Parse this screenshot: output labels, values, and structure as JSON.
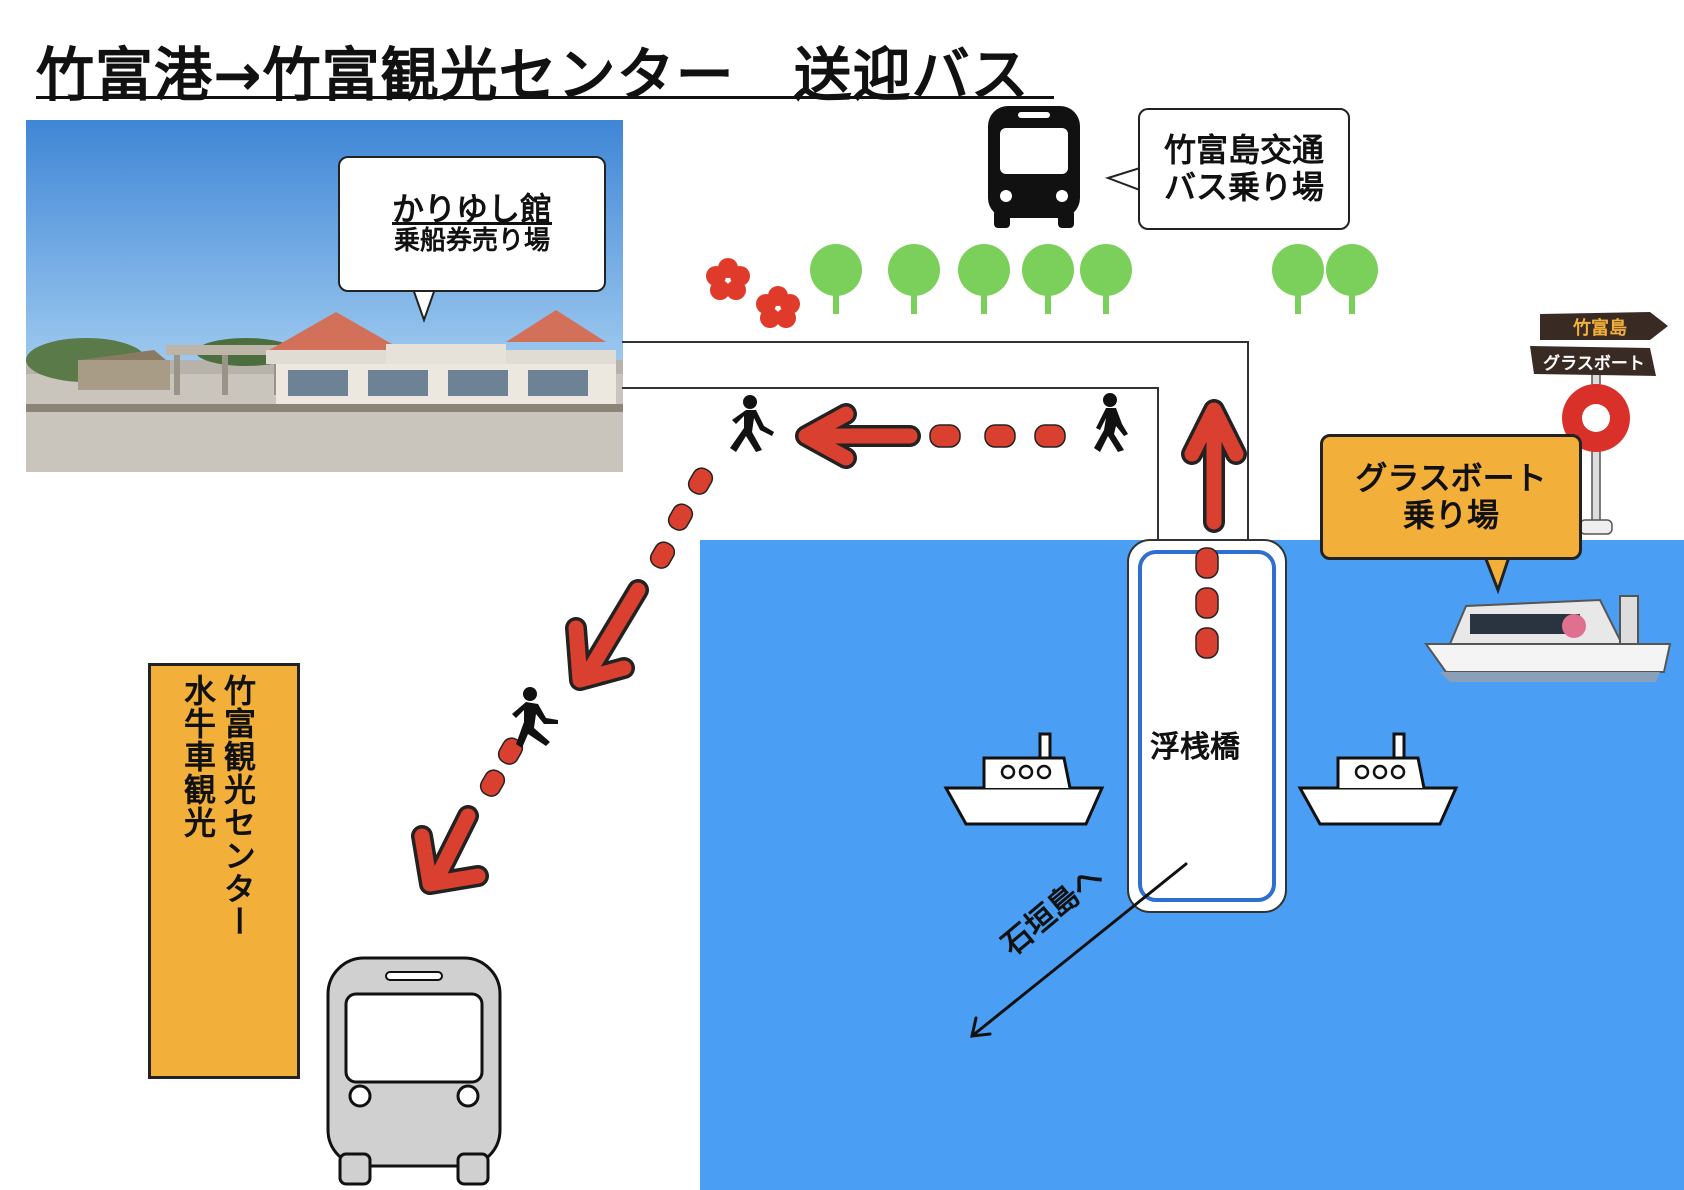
{
  "title": "竹富港→竹富観光センター　送迎バス",
  "karuyushi": {
    "name": "かりゆし館",
    "sub": "乗船券売り場"
  },
  "bus_stop": {
    "line1": "竹富島交通",
    "line2": "バス乗り場"
  },
  "glassboat_stop": {
    "line1": "グラスボート",
    "line2": "乗り場"
  },
  "sign": {
    "top": "竹富島",
    "bottom": "グラスボート"
  },
  "pier": "浮桟橋",
  "ishigaki": "石垣島へ",
  "center": {
    "line1": "竹富観光センター",
    "line2": "水牛車観光"
  },
  "icons": {
    "bus_black": "bus-icon",
    "bus_gray": "bus-icon",
    "walker": "pedestrian-icon",
    "ferry": "ferry-icon",
    "tree": "tree-icon",
    "flower": "hibiscus-icon",
    "buffalo": "water-buffalo-icon"
  },
  "colors": {
    "water": "#4a9ff5",
    "route": "#d94030",
    "callout_orange": "#f2b03a",
    "tree": "#7ad05a"
  }
}
